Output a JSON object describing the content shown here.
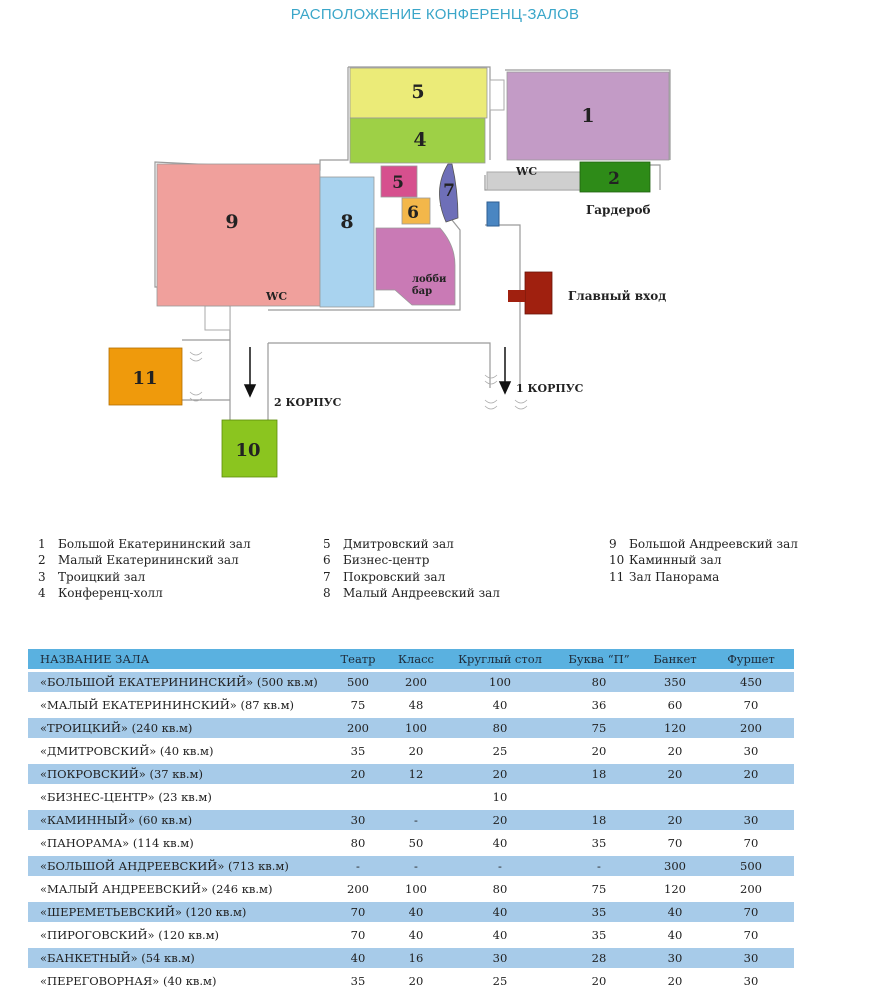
{
  "title": "РАСПОЛОЖЕНИЕ КОНФЕРЕНЦ-ЗАЛОВ",
  "plan": {
    "rooms": [
      {
        "id": "1",
        "color": "#c39bc6"
      },
      {
        "id": "2",
        "color": "#2e8b18"
      },
      {
        "id": "4",
        "color": "#9ed046"
      },
      {
        "id": "5",
        "color": "#ebeb78"
      },
      {
        "id": "5",
        "color": "#d6508e"
      },
      {
        "id": "6",
        "color": "#f3b74a"
      },
      {
        "id": "7",
        "color": "#6e6fb8"
      },
      {
        "id": "8",
        "color": "#a9d3ef"
      },
      {
        "id": "9",
        "color": "#f0a09c"
      },
      {
        "id": "10",
        "color": "#8bc51f"
      },
      {
        "id": "11",
        "color": "#ef9a0c"
      }
    ],
    "lobby_label_1": "лобби",
    "lobby_label_2": "бар",
    "wc_label": "WC",
    "wardrobe_label": "Гардероб",
    "main_entrance_label": "Главный вход",
    "building_2_label": "2 КОРПУС",
    "building_1_label": "1 КОРПУС"
  },
  "legend": {
    "col1": [
      {
        "num": "1",
        "name": "Большой Екатерининский зал"
      },
      {
        "num": "2",
        "name": "Малый Екатерининский зал"
      },
      {
        "num": "3",
        "name": "Троицкий зал"
      },
      {
        "num": "4",
        "name": "Конференц-холл"
      }
    ],
    "col2": [
      {
        "num": "5",
        "name": "Дмитровский зал"
      },
      {
        "num": "6",
        "name": "Бизнес-центр"
      },
      {
        "num": "7",
        "name": "Покровский зал"
      },
      {
        "num": "8",
        "name": "Малый Андреевский зал"
      }
    ],
    "col3": [
      {
        "num": "9",
        "name": "Большой Андреевский зал"
      },
      {
        "num": "10",
        "name": "Каминный зал"
      },
      {
        "num": "11",
        "name": "Зал Панорама"
      }
    ]
  },
  "table": {
    "header": [
      "НАЗВАНИЕ ЗАЛА",
      "Театр",
      "Класс",
      "Круглый стол",
      "Буква “П”",
      "Банкет",
      "Фуршет"
    ],
    "rows": [
      [
        "«БОЛЬШОЙ ЕКАТЕРИНИНСКИЙ» (500 кв.м)",
        "500",
        "200",
        "100",
        "80",
        "350",
        "450"
      ],
      [
        "«МАЛЫЙ ЕКАТЕРИНИНСКИЙ» (87 кв.м)",
        "75",
        "48",
        "40",
        "36",
        "60",
        "70"
      ],
      [
        "«ТРОИЦКИЙ» (240 кв.м)",
        "200",
        "100",
        "80",
        "75",
        "120",
        "200"
      ],
      [
        "«ДМИТРОВСКИЙ» (40 кв.м)",
        "35",
        "20",
        "25",
        "20",
        "20",
        "30"
      ],
      [
        "«ПОКРОВСКИЙ» (37 кв.м)",
        "20",
        "12",
        "20",
        "18",
        "20",
        "20"
      ],
      [
        "«БИЗНЕС-ЦЕНТР» (23 кв.м)",
        "",
        "",
        "10",
        "",
        "",
        ""
      ],
      [
        "«КАМИННЫЙ» (60 кв.м)",
        "30",
        "-",
        "20",
        "18",
        "20",
        "30"
      ],
      [
        "«ПАНОРАМА» (114 кв.м)",
        "80",
        "50",
        "40",
        "35",
        "70",
        "70"
      ],
      [
        "«БОЛЬШОЙ АНДРЕЕВСКИЙ» (713 кв.м)",
        "-",
        "-",
        "-",
        "-",
        "300",
        "500"
      ],
      [
        "«МАЛЫЙ АНДРЕЕВСКИЙ» (246 кв.м)",
        "200",
        "100",
        "80",
        "75",
        "120",
        "200"
      ],
      [
        "«ШЕРЕМЕТЬЕВСКИЙ» (120 кв.м)",
        "70",
        "40",
        "40",
        "35",
        "40",
        "70"
      ],
      [
        "«ПИРОГОВСКИЙ» (120 кв.м)",
        "70",
        "40",
        "40",
        "35",
        "40",
        "70"
      ],
      [
        "«БАНКЕТНЫЙ» (54 кв.м)",
        "40",
        "16",
        "30",
        "28",
        "30",
        "30"
      ],
      [
        "«ПЕРЕГОВОРНАЯ» (40 кв.м)",
        "35",
        "20",
        "25",
        "20",
        "20",
        "30"
      ]
    ]
  }
}
